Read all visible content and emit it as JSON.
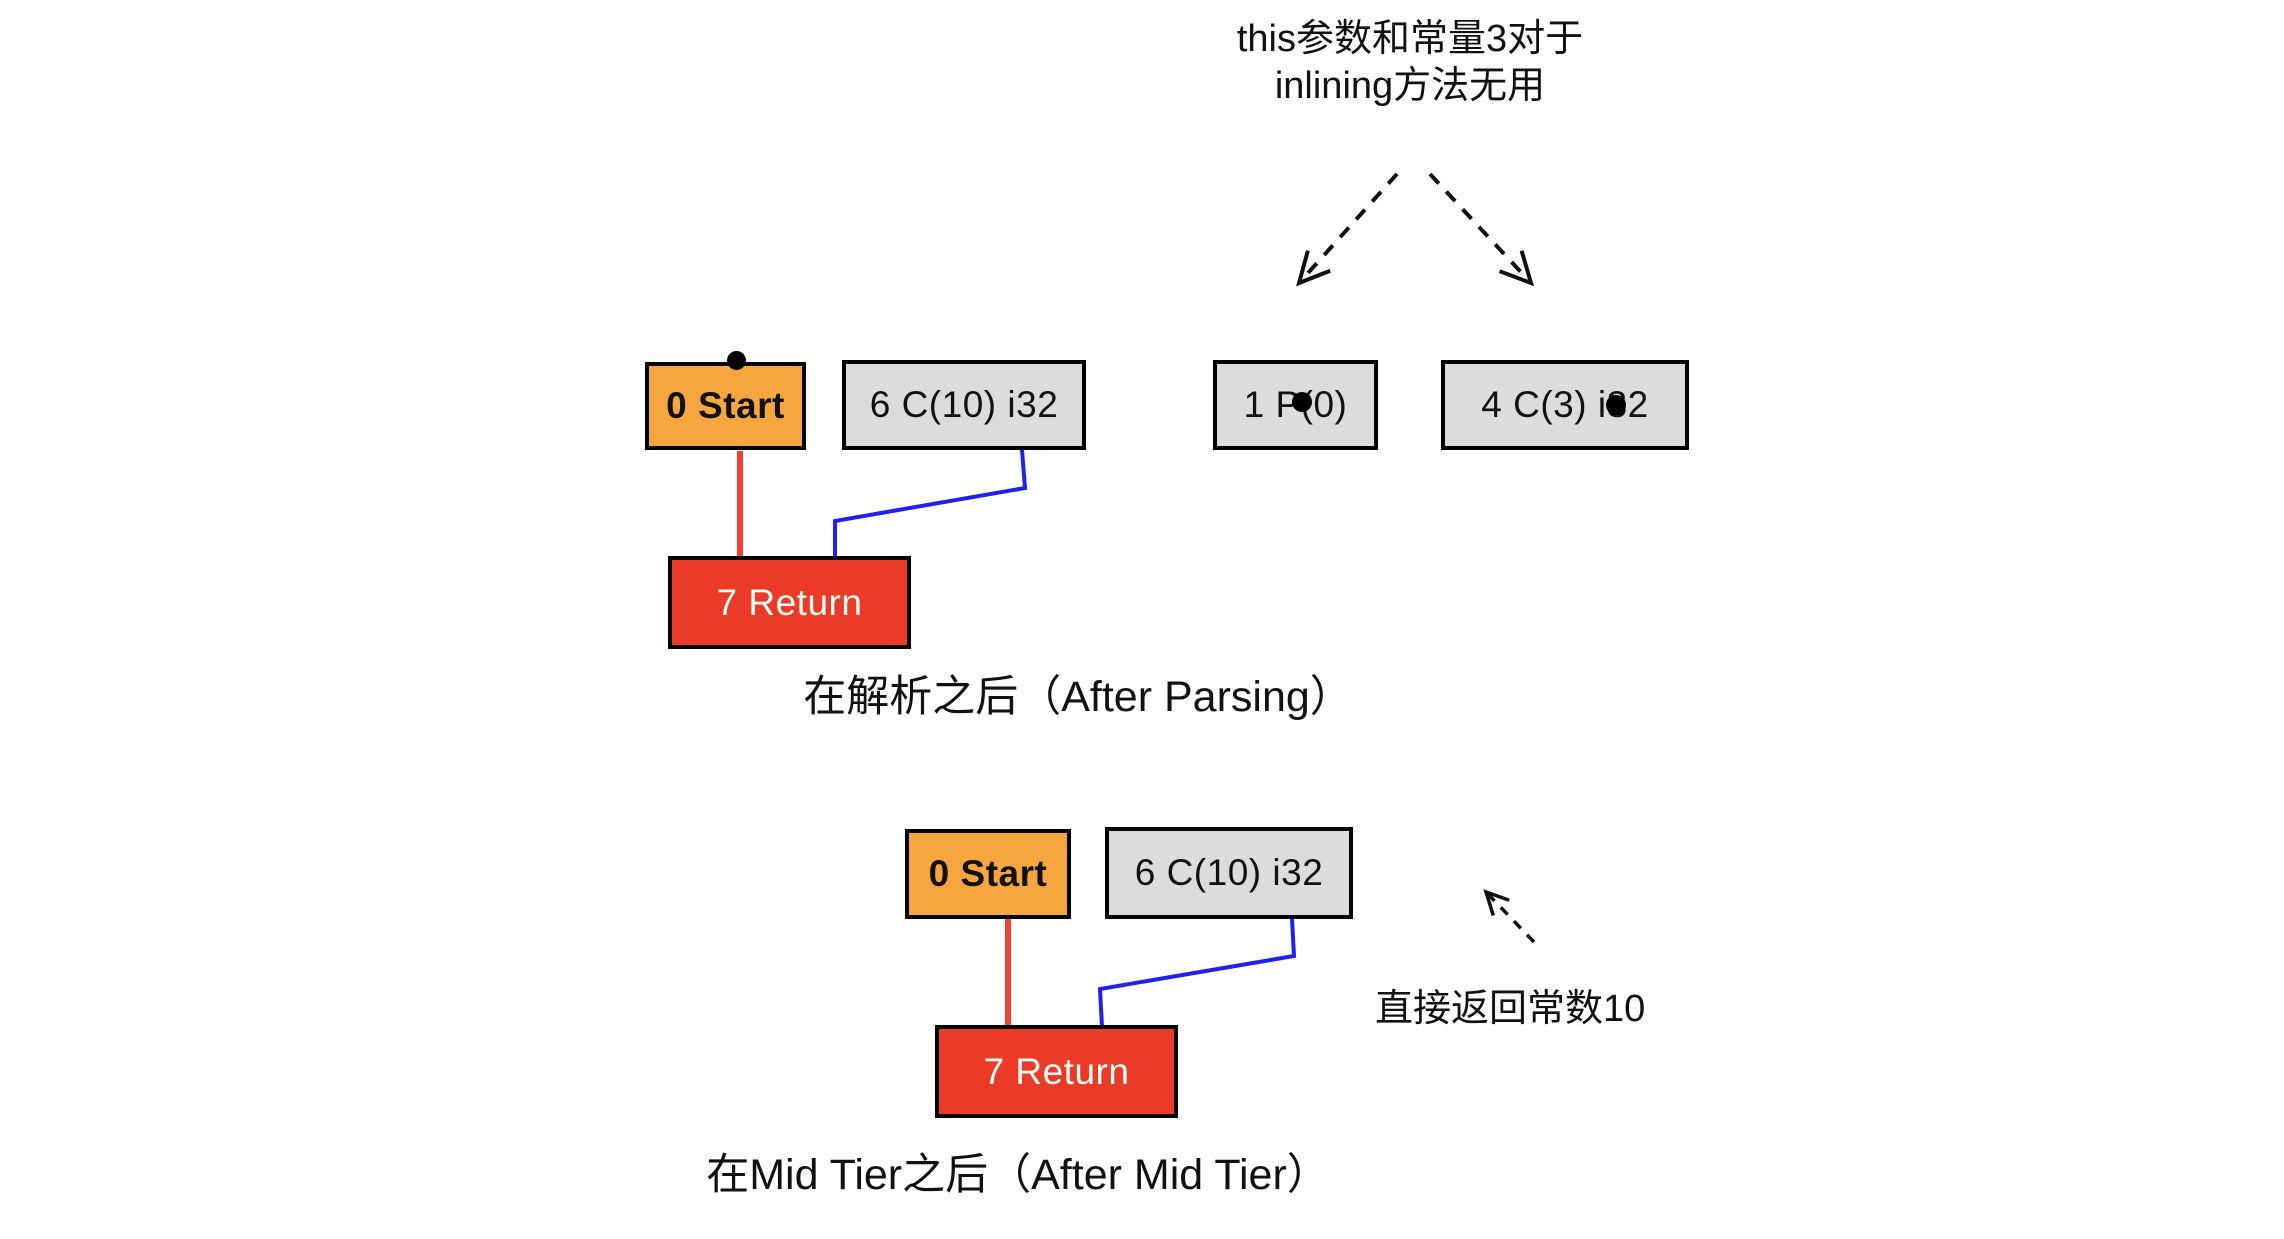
{
  "colors": {
    "background": "#FFFFFF",
    "text": "#111111",
    "node_border": "#000000",
    "node_start_fill": "#F6A63F",
    "node_const_fill": "#DCDCDC",
    "node_return_fill": "#E93B28",
    "return_text": "#FFFDF5",
    "edge_control": "#F04134",
    "edge_data": "#2121EE",
    "annotation_arrow": "#111111"
  },
  "annotations": {
    "inlining_note": {
      "line1": "this参数和常量3对于",
      "line2": "inlining方法无用"
    },
    "return_note": "直接返回常数10"
  },
  "diagrams": [
    {
      "caption": "在解析之后（After Parsing）",
      "nodes": {
        "start": "0 Start",
        "const10": "6 C(10) i32",
        "param": "1 P(0)",
        "const3": "4 C(3) i32",
        "ret": "7 Return"
      }
    },
    {
      "caption": "在Mid Tier之后（After Mid Tier）",
      "nodes": {
        "start": "0 Start",
        "const10": "6 C(10) i32",
        "ret": "7 Return"
      }
    }
  ]
}
